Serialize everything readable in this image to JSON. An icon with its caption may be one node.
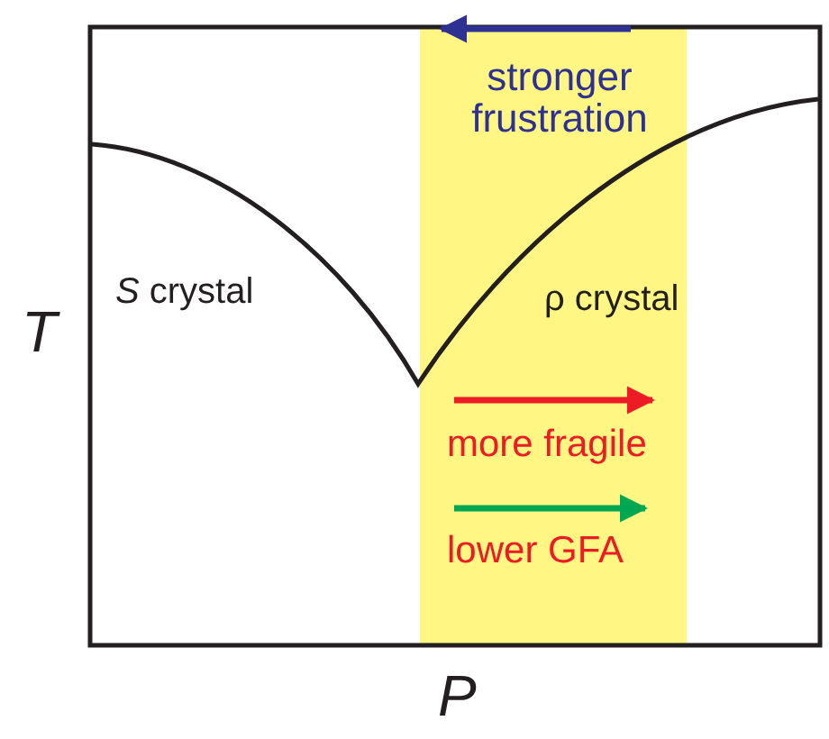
{
  "diagram": {
    "labels": [
      "stronger frustration",
      "*S* crystal",
      "ρ crystal",
      "T",
      "more fragile",
      "lower GFA",
      "P"
    ]
  }
}
